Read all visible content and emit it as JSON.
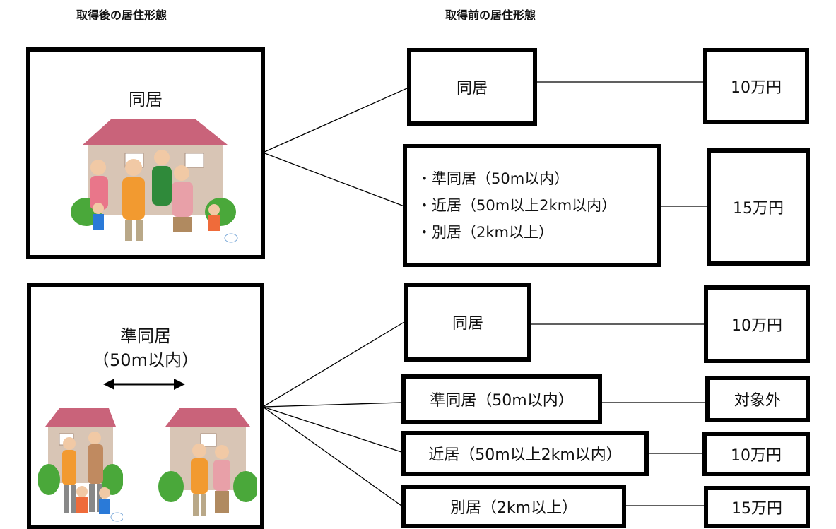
{
  "headers": {
    "after": "取得後の居住形態",
    "before": "取得前の居住形態"
  },
  "top": {
    "after_label": "同居",
    "options": [
      {
        "before": "同居",
        "amount": "10万円"
      },
      {
        "before_items": [
          "・準同居（50m以内）",
          "・近居（50m以上2km以内）",
          "・別居（2km以上）"
        ],
        "amount": "15万円"
      }
    ]
  },
  "bottom": {
    "after_label": "準同居",
    "after_sublabel": "（50m以内）",
    "options": [
      {
        "before": "同居",
        "amount": "10万円"
      },
      {
        "before": "準同居（50m以内）",
        "amount": "対象外"
      },
      {
        "before": "近居（50m以上2km以内）",
        "amount": "10万円"
      },
      {
        "before": "別居（2km以上）",
        "amount": "15万円"
      }
    ]
  },
  "colors": {
    "border": "#000000",
    "roof": "#c9637a",
    "wall": "#d8c5b5",
    "tree": "#4aa83a"
  }
}
